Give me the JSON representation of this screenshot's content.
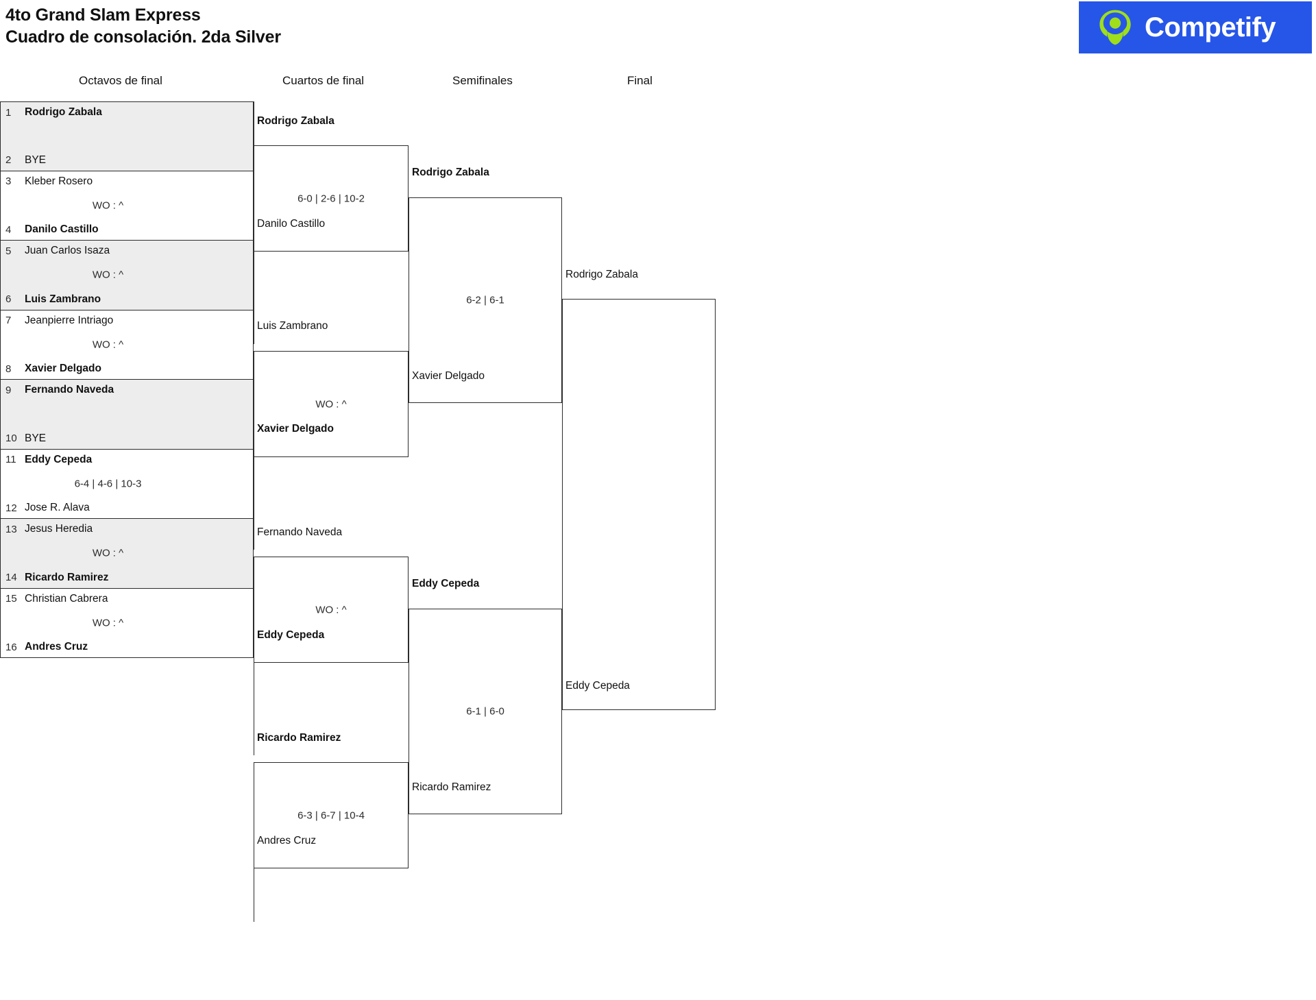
{
  "header": {
    "title_line1": "4to Grand Slam Express",
    "title_line2": "Cuadro de consolación. 2da Silver",
    "logo_text": "Competify",
    "logo_bg": "#2656e8",
    "logo_mark_color": "#9ede1b"
  },
  "rounds": [
    {
      "label": "Octavos de final"
    },
    {
      "label": "Cuartos de final"
    },
    {
      "label": "Semifinales"
    },
    {
      "label": "Final"
    }
  ],
  "round1": {
    "pairs": [
      {
        "shaded": true,
        "top": {
          "seed": "1",
          "name": "Rodrigo Zabala",
          "winner": true
        },
        "bottom": {
          "seed": "2",
          "name": "BYE",
          "winner": false
        },
        "score": ""
      },
      {
        "shaded": false,
        "top": {
          "seed": "3",
          "name": "Kleber Rosero",
          "winner": false
        },
        "bottom": {
          "seed": "4",
          "name": "Danilo Castillo",
          "winner": true
        },
        "score": "WO : ^"
      },
      {
        "shaded": true,
        "top": {
          "seed": "5",
          "name": "Juan Carlos Isaza",
          "winner": false
        },
        "bottom": {
          "seed": "6",
          "name": "Luis Zambrano",
          "winner": true
        },
        "score": "WO : ^"
      },
      {
        "shaded": false,
        "top": {
          "seed": "7",
          "name": "Jeanpierre Intriago",
          "winner": false
        },
        "bottom": {
          "seed": "8",
          "name": "Xavier Delgado",
          "winner": true
        },
        "score": "WO : ^"
      },
      {
        "shaded": true,
        "top": {
          "seed": "9",
          "name": "Fernando Naveda",
          "winner": true
        },
        "bottom": {
          "seed": "10",
          "name": "BYE",
          "winner": false
        },
        "score": ""
      },
      {
        "shaded": false,
        "top": {
          "seed": "11",
          "name": "Eddy Cepeda",
          "winner": true
        },
        "bottom": {
          "seed": "12",
          "name": "Jose R. Alava",
          "winner": false
        },
        "score": "6-4 | 4-6 | 10-3"
      },
      {
        "shaded": true,
        "top": {
          "seed": "13",
          "name": "Jesus Heredia",
          "winner": false
        },
        "bottom": {
          "seed": "14",
          "name": "Ricardo Ramirez",
          "winner": true
        },
        "score": "WO : ^"
      },
      {
        "shaded": false,
        "top": {
          "seed": "15",
          "name": "Christian Cabrera",
          "winner": false
        },
        "bottom": {
          "seed": "16",
          "name": "Andres Cruz",
          "winner": true
        },
        "score": "WO : ^"
      }
    ]
  },
  "quarterfinals": [
    {
      "upper": "Rodrigo Zabala",
      "upper_winner": true,
      "lower": "Danilo Castillo",
      "lower_winner": false,
      "score": "6-0 | 2-6 | 10-2"
    },
    {
      "upper": "Luis Zambrano",
      "upper_winner": false,
      "lower": "Xavier Delgado",
      "lower_winner": true,
      "score": "WO : ^"
    },
    {
      "upper": "Fernando Naveda",
      "upper_winner": false,
      "lower": "Eddy Cepeda",
      "lower_winner": true,
      "score": "WO : ^"
    },
    {
      "upper": "Ricardo Ramirez",
      "upper_winner": true,
      "lower": "Andres Cruz",
      "lower_winner": false,
      "score": "6-3 | 6-7 | 10-4"
    }
  ],
  "semifinals": [
    {
      "upper": "Rodrigo Zabala",
      "upper_winner": true,
      "lower": "Xavier Delgado",
      "lower_winner": false,
      "score": "6-2 | 6-1"
    },
    {
      "upper": "Eddy Cepeda",
      "upper_winner": true,
      "lower": "Ricardo Ramirez",
      "lower_winner": false,
      "score": "6-1 | 6-0"
    }
  ],
  "final": {
    "upper": "Rodrigo Zabala",
    "upper_winner": false,
    "lower": "Eddy Cepeda",
    "lower_winner": false,
    "score": ""
  }
}
